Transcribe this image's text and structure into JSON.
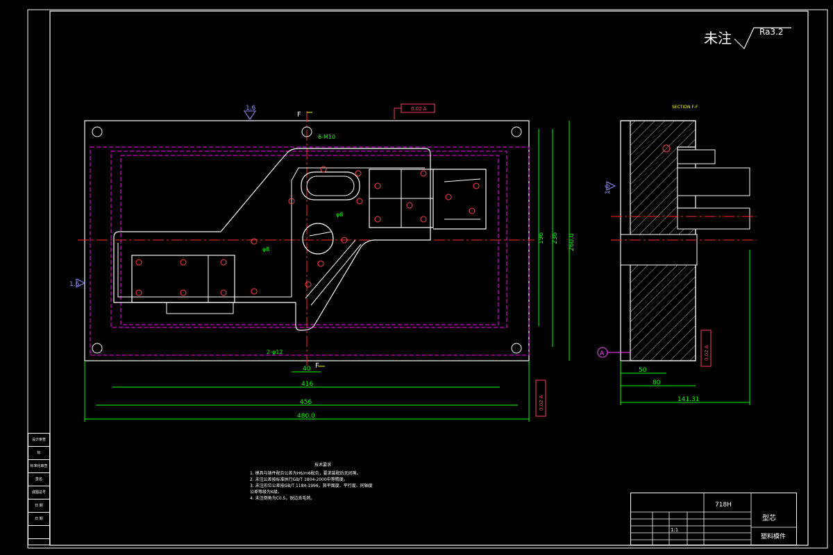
{
  "roughness": {
    "label": "未注",
    "value": "Ra3.2"
  },
  "views": {
    "main": {
      "section_mark_top": "F",
      "section_mark_bottom": "F"
    },
    "section": {
      "title": "SECTION F-F",
      "datum": "A"
    }
  },
  "dimensions": {
    "horizontal": [
      "40",
      "416",
      "456",
      "480.0",
      "50",
      "80",
      "141.31"
    ],
    "vertical": [
      "196",
      "236",
      "260.0"
    ],
    "roughness_marks": [
      "1.6",
      "1.6",
      "1.6"
    ],
    "holes": [
      "6-M10",
      "φ8",
      "φ8",
      "2-φ12"
    ]
  },
  "tolerances": {
    "top_frame": "0.02 A",
    "right_frame": "0.02 A",
    "section_frame": "0.02 A"
  },
  "side_table": [
    "设计审查",
    "标",
    "标准化审查",
    "",
    "签名",
    "",
    "底图总号",
    "",
    "日 期",
    "",
    "日 期",
    ""
  ],
  "notes": {
    "title": "技术要求",
    "items": [
      "1. 模具与铸件配合公差为H6/m6配合，要求装配后无间隙。",
      "2. 未注公差按标准执行GB/T 1804-2000中等精度。",
      "3. 未注形位公差按GB/T 1184-1996，其平面度、平行度、同轴度公差等级为K级。",
      "4. 未注倒角为C0.5，锐边去毛刺。"
    ]
  },
  "title_block": {
    "material": "718H",
    "part_name": "型芯",
    "drawing_type": "塑料模件",
    "scale": "1:1"
  },
  "colors": {
    "outline": "#ffffff",
    "dimension": "#00ff00",
    "hidden": "#ff00ff",
    "center": "#ff2a2a",
    "symbol": "#9090ff",
    "section_title": "#ffff00"
  }
}
